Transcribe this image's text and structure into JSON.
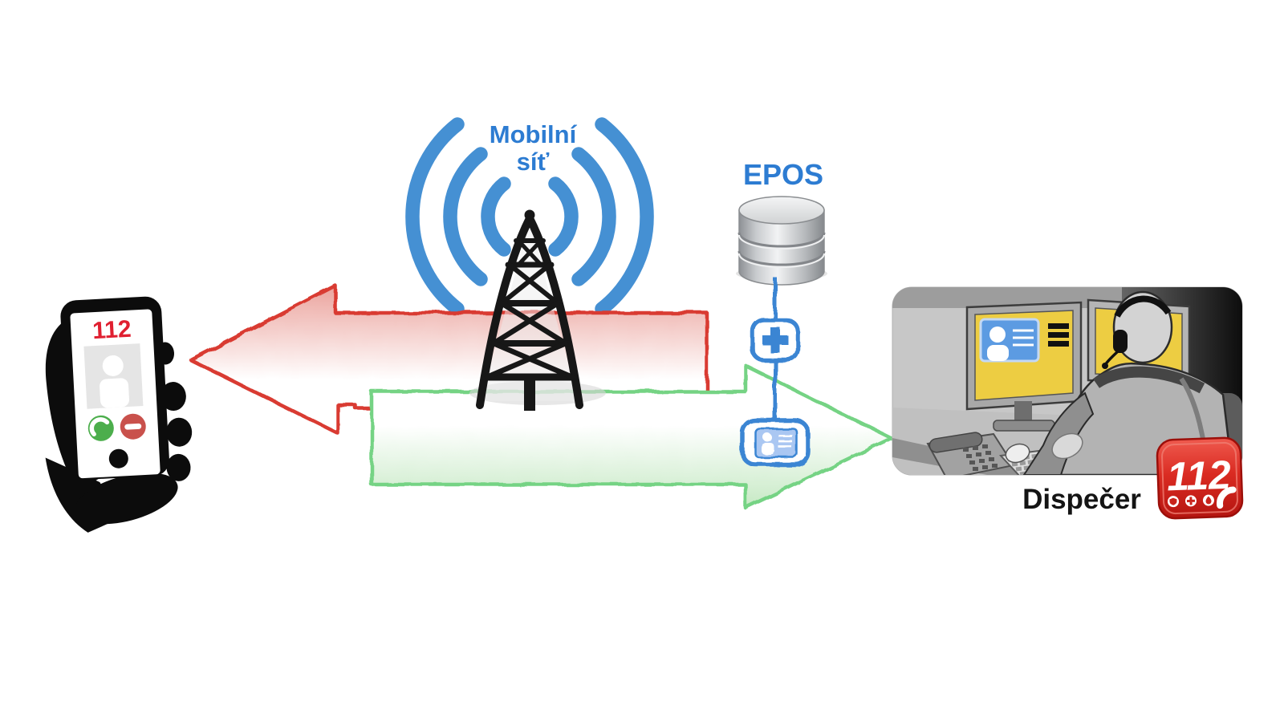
{
  "caller_phone": {
    "number": "112"
  },
  "mobile_network": {
    "label_line1": "Mobilní",
    "label_line2": "síť"
  },
  "epos": {
    "label": "EPOS"
  },
  "dispatcher": {
    "label": "Dispečer",
    "badge_number": "112"
  },
  "colors": {
    "sketch_blue": "#3a85d3",
    "wave_blue": "#4590d3",
    "arrow_red": "#d93a30",
    "arrow_green": "#74d384",
    "badge_red": "#d6251d",
    "screen_yellow": "#eecd3f",
    "card_blue": "#5c9be2",
    "call_number_red": "#e01f30",
    "answer_green": "#4cae4c",
    "decline_red": "#c9514c"
  },
  "icons": {
    "radio_waves": "radio-waves-icon",
    "cell_tower": "cell-tower-icon",
    "database": "database-icon",
    "plus": "plus-icon",
    "id_card": "id-card-icon",
    "answer": "phone-answer-icon",
    "decline": "phone-decline-icon",
    "menu": "menu-icon",
    "headset": "headset-icon",
    "shield": "shield-icon",
    "cross": "cross-icon",
    "flame": "flame-icon",
    "handset": "handset-icon"
  }
}
